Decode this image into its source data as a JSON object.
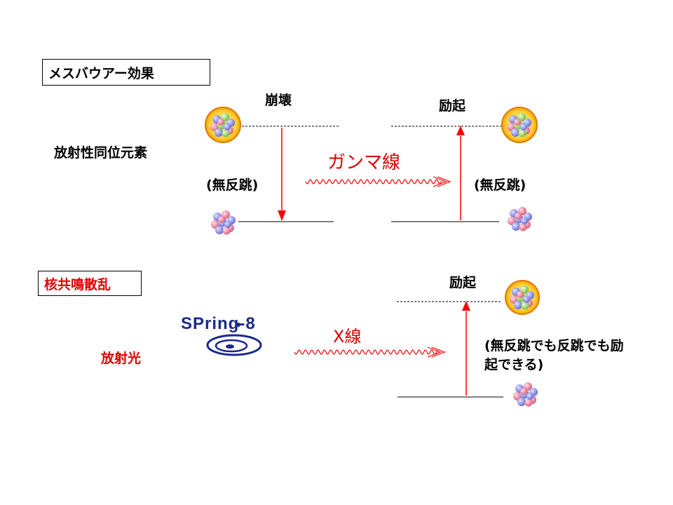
{
  "colors": {
    "accent_red": "#e00000",
    "arrow_red": "#ff0000",
    "text": "#000000"
  },
  "mossbauer": {
    "title": "メスバウアー効果",
    "decay_label": "崩壊",
    "excite_label": "励起",
    "source_label": "放射性同位元素",
    "recoilless_left": "(無反跳)",
    "recoilless_right": "(無反跳)",
    "ray_label": "ガンマ線"
  },
  "nrs": {
    "title": "核共鳴散乱",
    "excite_label": "励起",
    "source_label": "放射光",
    "ray_label": "X線",
    "note": "(無反跳でも反跳でも励起できる)",
    "logo_text": "SPring-8"
  },
  "icons": {
    "excited_nucleus": "excited-nucleus-icon",
    "ground_nucleus": "ground-nucleus-icon",
    "logo": "spring8-logo-icon"
  }
}
